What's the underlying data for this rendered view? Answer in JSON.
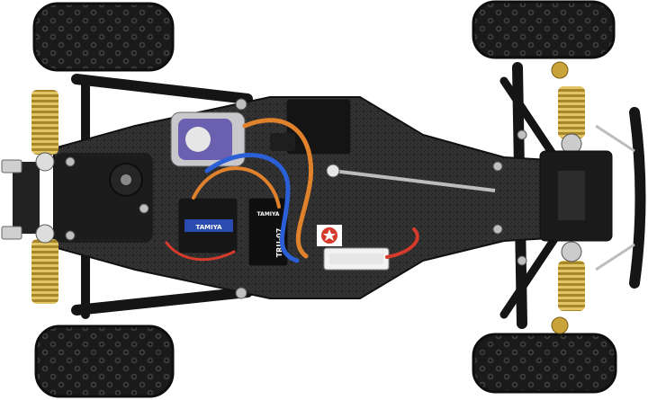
{
  "labels": {
    "motor_text": "",
    "esc_brand": "TAMIYA",
    "receiver_brand": "TAMIYA",
    "receiver_model": "TRU-07"
  },
  "colors": {
    "background": "#ffffff",
    "chassis": "#2b2b2b",
    "tire": "#1f1f1f",
    "shock_spring": "#c9a23a",
    "wire_orange": "#e0812b",
    "wire_blue": "#2a5fd6",
    "wire_red": "#d63a2b",
    "receiver_blue": "#2a4bb0"
  }
}
